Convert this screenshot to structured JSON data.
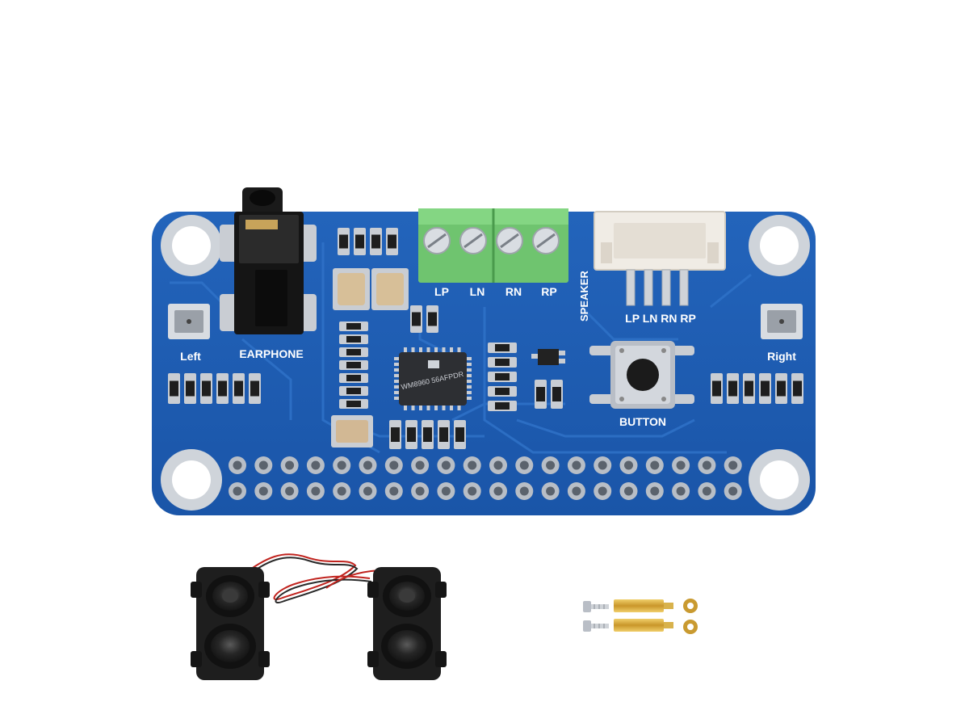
{
  "colors": {
    "pcb": "#1f5db1",
    "pcb_dark": "#17489a",
    "trace": "#2a6cc2",
    "silkscreen": "#ffffff",
    "pad": "#c9cdd3",
    "terminal_green": "#6cc36e",
    "connector": "#eeeae2",
    "speaker": "#202020",
    "wire_red": "#c0231e",
    "brass": "#d7a93a"
  },
  "board": {
    "labels": {
      "lp": "LP",
      "ln": "LN",
      "rn": "RN",
      "rp": "RP",
      "speaker": "SPEAKER",
      "connector_pins": "LP LN RN RP",
      "left": "Left",
      "right": "Right",
      "earphone": "EARPHONE",
      "button": "BUTTON"
    },
    "chip_marking": "WM8960 56AFPDR"
  },
  "accessories": {
    "speakers_icon": "speaker-pair-icon",
    "hardware_icon": "screws-standoffs-nuts-icon"
  }
}
